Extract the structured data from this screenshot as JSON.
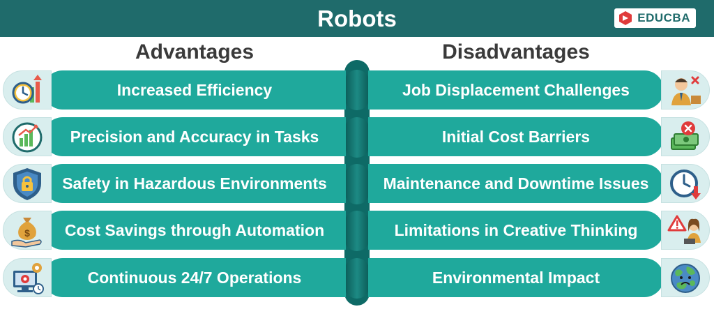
{
  "title": "Robots",
  "logo": {
    "text": "EDUCBA",
    "icon": "educba-logo-icon",
    "color": "#e03b3b"
  },
  "columns": {
    "advantages": {
      "heading": "Advantages",
      "items": [
        {
          "label": "Increased Efficiency",
          "icon": "clock-growth-icon"
        },
        {
          "label": "Precision and Accuracy in Tasks",
          "icon": "chart-precision-icon"
        },
        {
          "label": "Safety in Hazardous Environments",
          "icon": "shield-lock-icon"
        },
        {
          "label": "Cost Savings through Automation",
          "icon": "money-bag-hand-icon"
        },
        {
          "label": "Continuous 24/7 Operations",
          "icon": "gear-monitor-icon"
        }
      ]
    },
    "disadvantages": {
      "heading": "Disadvantages",
      "items": [
        {
          "label": "Job Displacement Challenges",
          "icon": "worker-cross-icon"
        },
        {
          "label": "Initial Cost Barriers",
          "icon": "money-cross-icon"
        },
        {
          "label": "Maintenance and Downtime Issues",
          "icon": "clock-down-icon"
        },
        {
          "label": "Limitations in Creative Thinking",
          "icon": "warning-person-icon"
        },
        {
          "label": "Environmental Impact",
          "icon": "earth-icon"
        }
      ]
    }
  },
  "colors": {
    "title_bar": "#1f6b6b",
    "row_bar": "#1fa99c",
    "spine": "#0e6a66",
    "icon_bg": "#d9eeee",
    "heading_text": "#3a3a3a"
  }
}
